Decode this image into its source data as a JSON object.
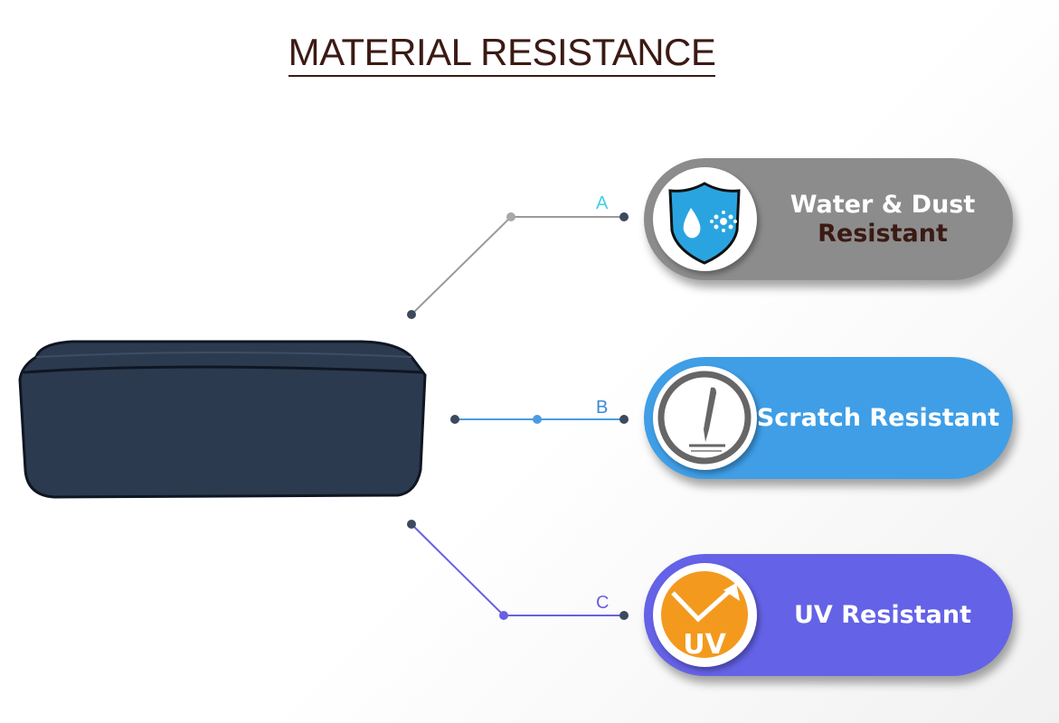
{
  "title": "MATERIAL RESISTANCE",
  "features": [
    {
      "marker": "A",
      "line1": "Water & Dust",
      "line2": "Resistant",
      "icon": "water-dust-shield-icon",
      "color": "#8c8c8c",
      "line_color": "#9a9a9a",
      "marker_color": "#3fd0e0"
    },
    {
      "marker": "B",
      "line1": "Scratch Resistant",
      "icon": "scratch-knife-icon",
      "color": "#3f9ee6",
      "line_color": "#4a9be0",
      "marker_color": "#3a8ad6"
    },
    {
      "marker": "C",
      "line1": "UV Resistant",
      "icon": "uv-icon",
      "icon_text": "UV",
      "color": "#6462e6",
      "line_color": "#6a5fe0",
      "marker_color": "#6a5fe0"
    }
  ],
  "product": {
    "color": "#2c3a4f"
  }
}
